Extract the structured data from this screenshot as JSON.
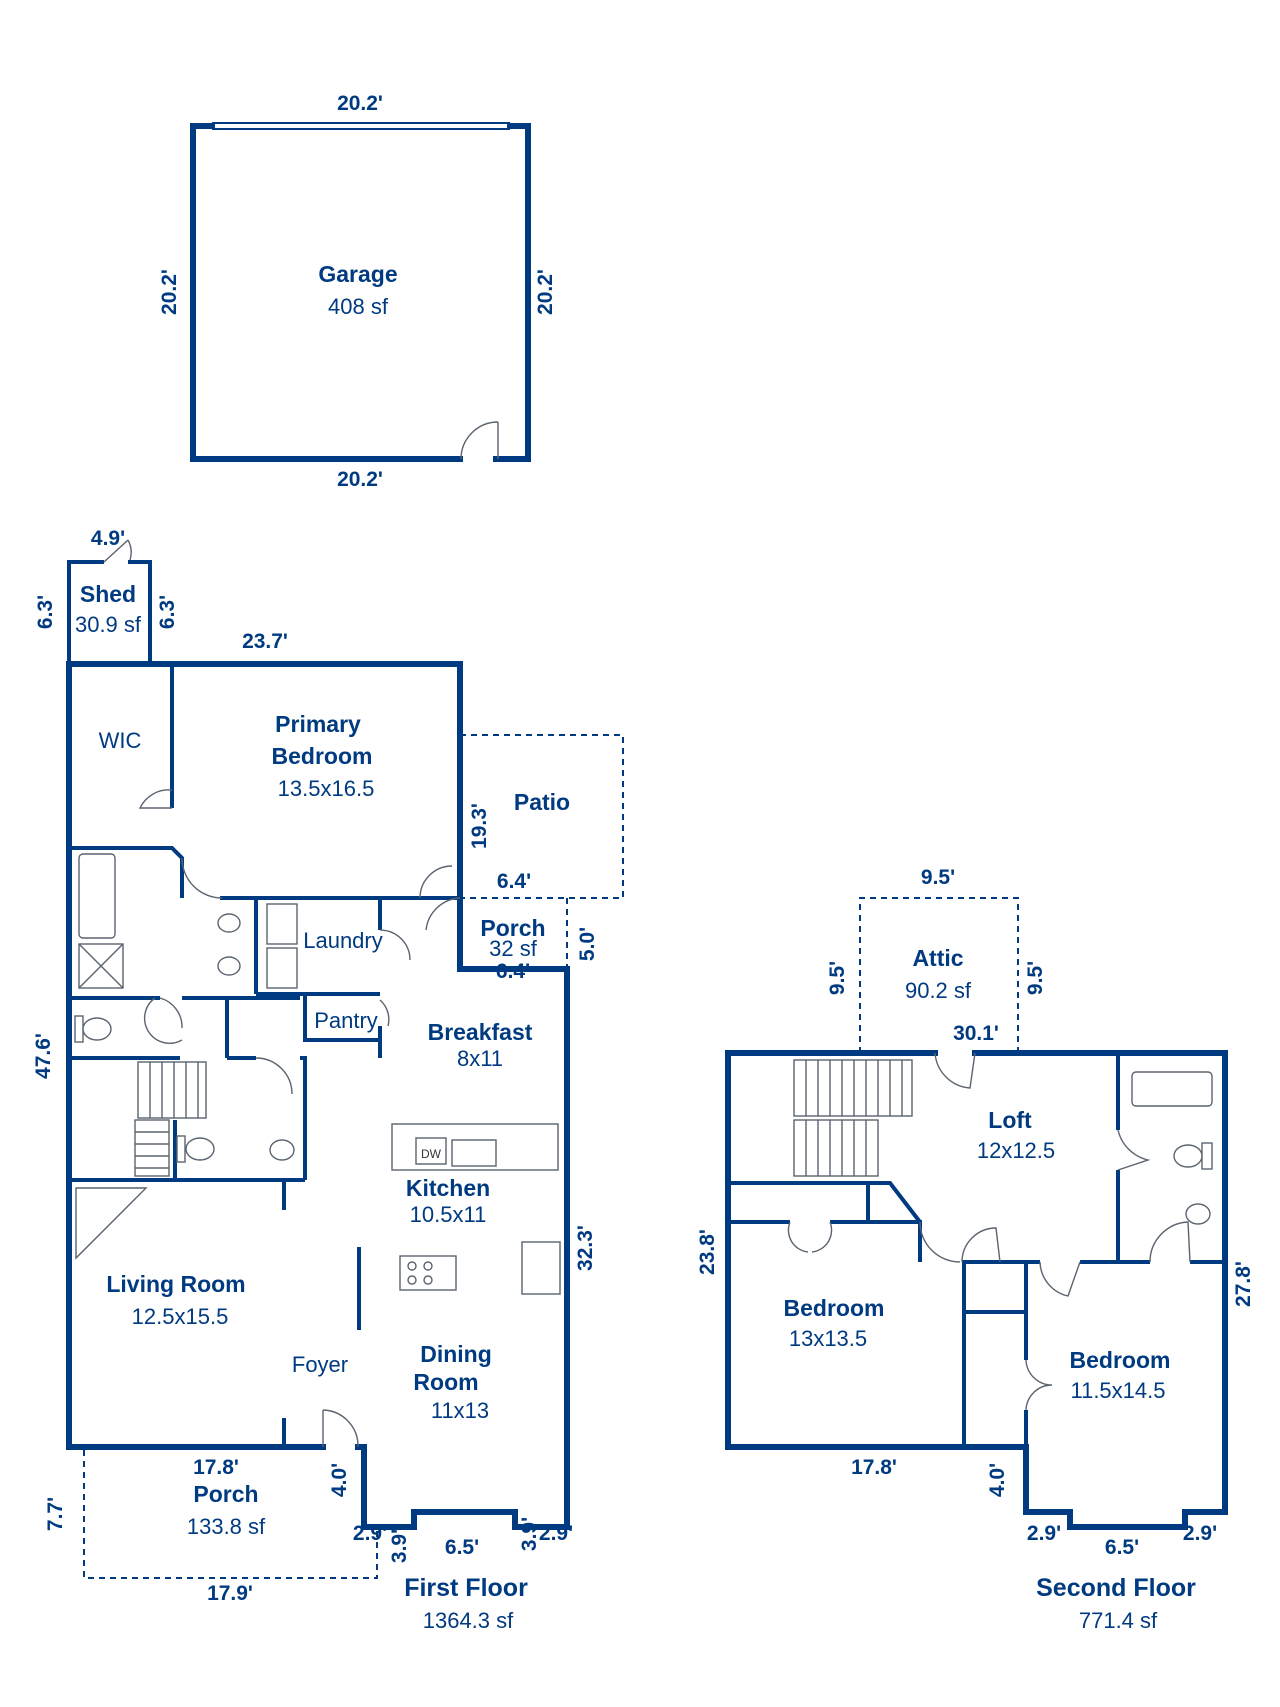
{
  "garage": {
    "name": "Garage",
    "area": "408 sf",
    "dim_top": "20.2'",
    "dim_bottom": "20.2'",
    "dim_left": "20.2'",
    "dim_right": "20.2'"
  },
  "first_floor": {
    "title": "First Floor",
    "area": "1364.3 sf",
    "rooms": {
      "shed": {
        "name": "Shed",
        "area": "30.9 sf"
      },
      "wic": {
        "name": "WIC"
      },
      "primary_bedroom": {
        "name_line1": "Primary",
        "name_line2": "Bedroom",
        "size": "13.5x16.5"
      },
      "patio": {
        "name": "Patio"
      },
      "laundry": {
        "name": "Laundry"
      },
      "porch_back": {
        "name": "Porch",
        "area": "32 sf"
      },
      "pantry": {
        "name": "Pantry"
      },
      "breakfast": {
        "name": "Breakfast",
        "size": "8x11"
      },
      "kitchen": {
        "name": "Kitchen",
        "size": "10.5x11"
      },
      "dishwasher": {
        "label": "DW"
      },
      "living_room": {
        "name": "Living Room",
        "size": "12.5x15.5"
      },
      "foyer": {
        "name": "Foyer"
      },
      "dining_room": {
        "name_line1": "Dining",
        "name_line2": "Room",
        "size": "11x13"
      },
      "porch_front": {
        "name": "Porch",
        "area": "133.8 sf"
      }
    },
    "dims": {
      "shed_top": "4.9'",
      "shed_left": "6.3'",
      "shed_right": "6.3'",
      "top": "23.7'",
      "patio_side": "19.3'",
      "patio_bottom": "6.4'",
      "porch_width": "6.4'",
      "porch_depth": "5.0'",
      "left": "47.6'",
      "right": "32.3'",
      "bottom_left": "17.8'",
      "bay_drop": "4.0'",
      "bay_left": "2.9'",
      "bay_left_inner": "3.9'",
      "bay_center": "6.5'",
      "bay_right_inner": "3.9'",
      "bay_right": "2.9'",
      "porch_left": "7.7'",
      "porch_bottom": "17.9'"
    }
  },
  "second_floor": {
    "title": "Second Floor",
    "area": "771.4 sf",
    "rooms": {
      "attic": {
        "name": "Attic",
        "area": "90.2 sf"
      },
      "loft": {
        "name": "Loft",
        "size": "12x12.5"
      },
      "bedroom_left": {
        "name": "Bedroom",
        "size": "13x13.5"
      },
      "bedroom_right": {
        "name": "Bedroom",
        "size": "11.5x14.5"
      }
    },
    "dims": {
      "attic_top": "9.5'",
      "attic_left": "9.5'",
      "attic_right": "9.5'",
      "top": "30.1'",
      "left": "23.8'",
      "right": "27.8'",
      "bottom": "17.8'",
      "bay_drop": "4.0'",
      "bay_left": "2.9'",
      "bay_center": "6.5'",
      "bay_right": "2.9'"
    }
  }
}
